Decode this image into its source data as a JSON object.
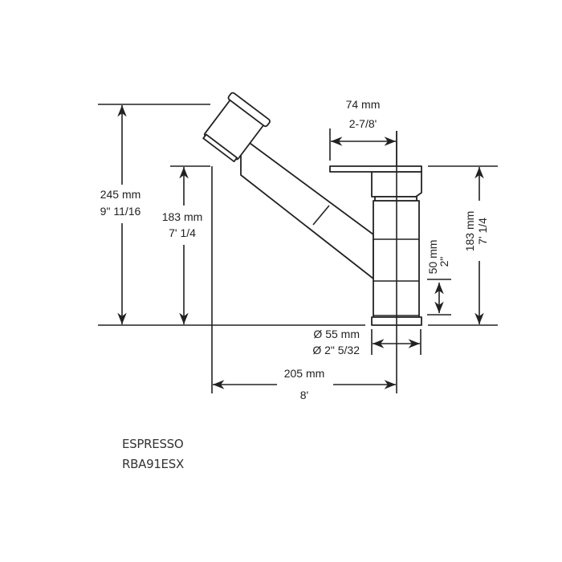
{
  "dimensions": {
    "total_height": {
      "mm": "245 mm",
      "in": "9\" 11/16"
    },
    "spout_height": {
      "mm": "183 mm",
      "in": "7' 1/4"
    },
    "lever_reach": {
      "mm": "74 mm",
      "in": "2-7/8'"
    },
    "body_height": {
      "mm": "183 mm",
      "in": "7' 1/4"
    },
    "base_height": {
      "mm": "50 mm",
      "in": "2\""
    },
    "base_diameter": {
      "mm": "Ø 55 mm",
      "in": "Ø 2\" 5/32"
    },
    "spout_reach": {
      "mm": "205 mm",
      "in": "8'"
    }
  },
  "product": {
    "finish": "ESPRESSO",
    "model": "RBA91ESX"
  }
}
